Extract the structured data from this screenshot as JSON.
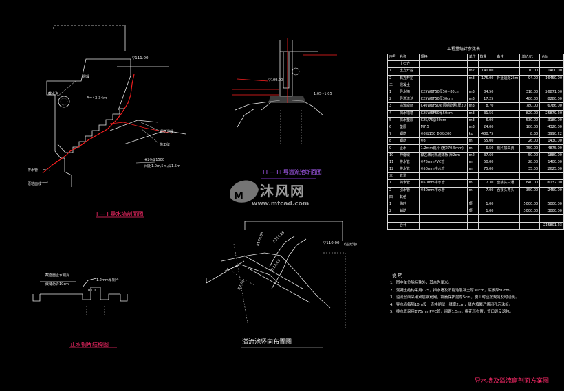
{
  "title_block": {
    "drawing_title": "导水墙及溢流窟剖面方案图"
  },
  "views": {
    "section_1": {
      "caption": "I — I 导水墙剖面图",
      "elev": "▽111.00",
      "angle": "A=43.34m",
      "notes": [
        "混凝土",
        "截水沟",
        "钢筋混凝土",
        "施工缝",
        "排水管",
        "原地面线"
      ],
      "pipe_note": "#2Φ@1500",
      "pipe_note2": "间距1.0m,5m,深1.5m"
    },
    "section_3": {
      "caption": "III — III 导溢流池断面图",
      "elev_left": "▽109.00",
      "elev_right": "1:05~1:05"
    },
    "waterstop": {
      "caption": "止水铜片结构图",
      "label_a": "截面面止水铜片",
      "label_b": "嵌缝沥青10cm",
      "label_c": "1.2mm厚铜片",
      "label_d": "R1.0"
    },
    "overflow_plan": {
      "caption": "溢流池竖向布置图",
      "elev": "▽110.00",
      "tag": "(溢流池)",
      "r1": "R170.53",
      "r2": "R114.28",
      "r3": "R112.43",
      "r4": "R7.50"
    }
  },
  "watermark": {
    "brand": "沐风网",
    "url": "www.mfcad.com"
  },
  "quantity_table": {
    "title": "工程量统计参数表",
    "headers": [
      "序号",
      "名称",
      "规格",
      "单位",
      "数量",
      "备注",
      "单价/元",
      "合价"
    ],
    "rows": [
      [
        "一",
        "土石方",
        "",
        "",
        "",
        "",
        "",
        ""
      ],
      [
        "1",
        "土方开挖",
        "",
        "m2",
        "140.00",
        "",
        "10.00",
        "1400.00"
      ],
      [
        "2",
        "石方开挖",
        "",
        "m3",
        "175.00",
        "外运运距2km",
        "94.00",
        "16450.00"
      ],
      [
        "二",
        "混凝土",
        "",
        "",
        "",
        "",
        "",
        ""
      ],
      [
        "1",
        "导水墙",
        "C25W6F50厚50~80cm",
        "m3",
        "84.50",
        "",
        "318.00",
        "26871.00"
      ],
      [
        "2",
        "导溢流池",
        "C25W6F50厚30cm",
        "m3",
        "17.25",
        "",
        "480.00",
        "8280.00"
      ],
      [
        "3",
        "溢流窟面",
        "C40W6F50双层钢筋网 厚20",
        "m3",
        "8.70",
        "",
        "780.00",
        "6786.00"
      ],
      [
        "4",
        "挡水墙墙",
        "C25W6F50厚50cm",
        "m3",
        "31.56",
        "",
        "820.00",
        "25879.20"
      ],
      [
        "5",
        "防水垫层",
        "C25/75@20cm",
        "m3",
        "6.00",
        "",
        "530.00",
        "3180.00"
      ],
      [
        "6",
        "垫层",
        "M7.5",
        "m3",
        "24.00",
        "",
        "180.00",
        "4320.00"
      ],
      [
        "7",
        "钢筋",
        "Φ8@150 Φ8@200",
        "kg",
        "480.75",
        "",
        "8.30",
        "3990.22"
      ],
      [
        "8",
        "钢筋",
        "Φ8",
        "m",
        "55.00",
        "",
        "26.00",
        "1430.00"
      ],
      [
        "9",
        "止水",
        "1.2mm铜片 (宽270.5mm)",
        "m",
        "6.50",
        "铜片加工费",
        "750.00",
        "4875.00"
      ],
      [
        "10",
        "伸缩缝",
        "聚乙烯闭孔泡沫板 厚2cm",
        "m2",
        "37.60",
        "",
        "50.00",
        "1880.00"
      ],
      [
        "11",
        "排水管",
        "Φ75mmPVC管",
        "m",
        "50.00",
        "",
        "28.00",
        "1400.00"
      ],
      [
        "12",
        "排水管",
        "Φ50mm排水管",
        "m",
        "75.00",
        "",
        "35.00",
        "2625.00"
      ],
      [
        "三",
        "管道",
        "",
        "",
        "",
        "",
        "",
        ""
      ],
      [
        "1",
        "挡水管",
        "Φ50mm排水管",
        "m",
        "7.30",
        "含接头三通",
        "840.00",
        "6132.00"
      ],
      [
        "2",
        "引水管",
        "Φ30mm排水管",
        "m",
        "7.00",
        "含接头弯头",
        "350.00",
        "2450.00"
      ],
      [
        "四",
        "其他",
        "",
        "",
        "",
        "",
        "",
        ""
      ],
      [
        "1",
        "临时",
        "",
        "项",
        "1.00",
        "",
        "5000.00",
        "5000.00"
      ],
      [
        "2",
        "辅助",
        "",
        "项",
        "1.00",
        "",
        "3000.00",
        "3000.00"
      ],
      [
        "",
        "",
        "",
        "",
        "",
        "",
        "",
        ""
      ],
      [
        "",
        "合计",
        "",
        "",
        "",
        "",
        "",
        "215801.23"
      ]
    ]
  },
  "notes": {
    "heading": "说  明",
    "items": [
      "1、图中单位除特殊外，其余为厘米。",
      "2、混凝土结构采用C25，挡水墙及消能池混凝土厚30cm，底板厚50cm。",
      "3、溢流窟面采用双层钢筋网，钢筋保护层厚5cm，施工时应按规范及时浇筑。",
      "4、导水墙每隔10m设一道伸缩缝，缝宽2cm，缝内填聚乙烯闭孔泡沫板。",
      "5、排水管采用Φ75mmPVC管，间距1.5m，梅花形布置，管口设反滤包。"
    ]
  }
}
